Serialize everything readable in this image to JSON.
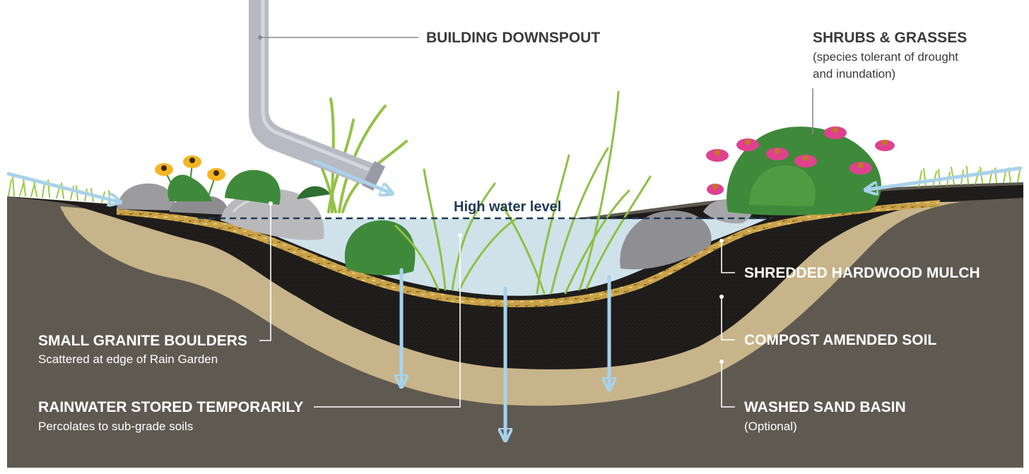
{
  "labels": {
    "downspout": {
      "title": "BUILDING DOWNSPOUT"
    },
    "shrubs": {
      "title": "SHRUBS & GRASSES",
      "line1": "(species tolerant of drought",
      "line2": "and inundation)"
    },
    "high_water": {
      "title": "High water level"
    },
    "mulch": {
      "title": "SHREDDED HARDWOOD MULCH"
    },
    "compost": {
      "title": "COMPOST AMENDED SOIL"
    },
    "sand": {
      "title": "WASHED SAND BASIN",
      "sub": "(Optional)"
    },
    "boulders": {
      "title": "SMALL GRANITE BOULDERS",
      "sub": "Scattered at edge of Rain Garden"
    },
    "rainwater": {
      "title": "RAINWATER STORED TEMPORARILY",
      "sub": "Percolates to sub-grade soils"
    }
  },
  "colors": {
    "subgrade": "#5f5a51",
    "sand": "#c8b48a",
    "soil": "#1e1c1a",
    "mulch": "#c9a24a",
    "water": "#cfe2ea",
    "arrow": "#a9d2ea",
    "grass": "#9acb45",
    "leaf_dark": "#3f8a3a",
    "flower_pink": "#e0418f",
    "flower_yellow": "#f3b523",
    "boulder": "#a7a7a9",
    "downspout": "#b9b9c3",
    "water_line": "#1f3b57"
  },
  "icons": [
    "downspout-icon",
    "boulder-icon",
    "grass-icon",
    "coneflower-icon",
    "black-eyed-susan-icon",
    "flow-arrow-icon"
  ]
}
